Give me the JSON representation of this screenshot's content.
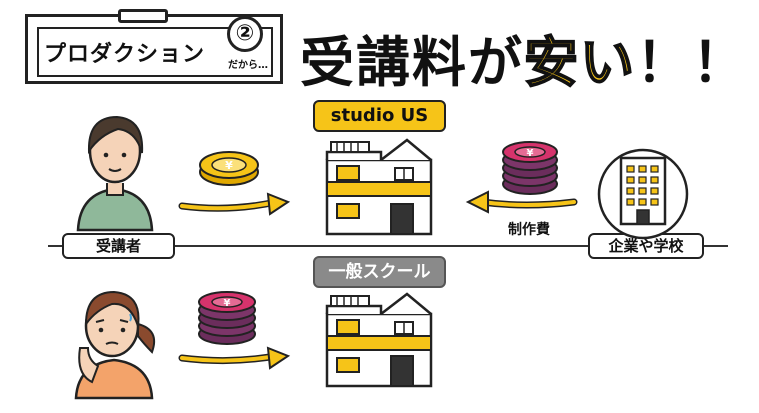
{
  "title": {
    "main": "プロダクション",
    "number": "②",
    "suffix": "だから…"
  },
  "headline": {
    "part1": "受講料が",
    "part2": "安い",
    "part3": "！！"
  },
  "labels": {
    "studio": "studio US",
    "general": "一般スクール",
    "student": "受講者",
    "company": "企業や学校",
    "fee": "制作費"
  },
  "icons": {
    "coin_single": "yen-coin-icon",
    "coin_stack": "yen-coin-stack-icon",
    "building": "school-building-icon",
    "office": "office-building-icon"
  },
  "colors": {
    "accent_yellow": "#f6c418",
    "coin_magenta": "#d6336c",
    "coin_purple": "#6b2d5c",
    "student_shirt": "#8fb89a",
    "worried_shirt": "#f3a36a",
    "label_gray": "#8a8a8a"
  }
}
